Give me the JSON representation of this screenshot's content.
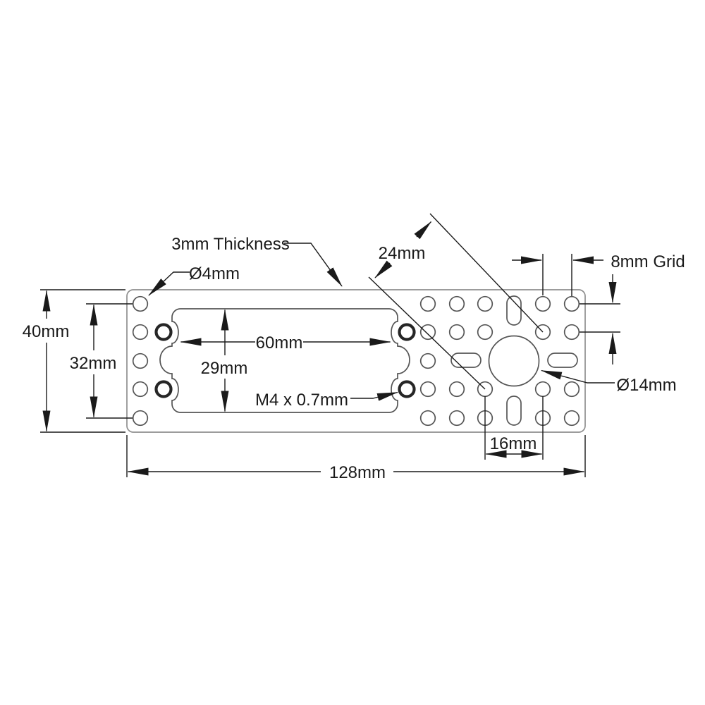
{
  "drawing": {
    "type": "technical-dimension-drawing",
    "part": "rectangular grid plate with scalloped cutout",
    "labels": {
      "thickness": "3mm Thickness",
      "small_hole_dia": "Ø4mm",
      "diag_spacing": "24mm",
      "grid_pitch": "8mm Grid",
      "plate_height": "40mm",
      "hole_row_span": "32mm",
      "cutout_width": "60mm",
      "cutout_height": "29mm",
      "thread_spec": "M4 x 0.7mm",
      "center_hole_dia": "Ø14mm",
      "hole_pair_span": "16mm",
      "plate_width": "128mm"
    },
    "colors": {
      "background": "#ffffff",
      "plate_outline": "#8f8f8f",
      "plate_features": "#555555",
      "m4_rings": "#262626",
      "dimensions": "#1a1a1a"
    }
  }
}
